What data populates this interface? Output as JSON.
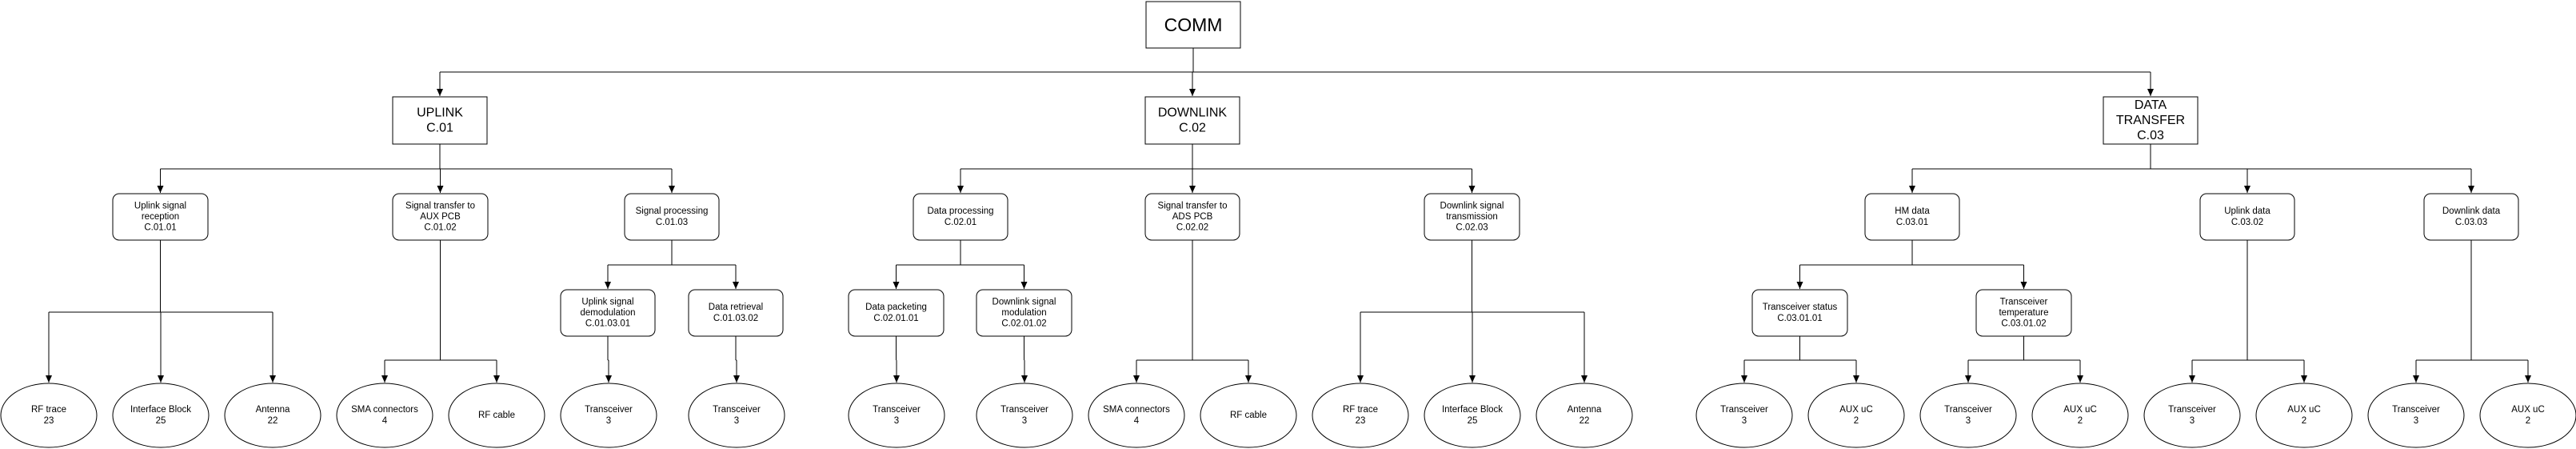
{
  "diagram": {
    "root": {
      "id": "comm",
      "lines": [
        "COMM"
      ]
    },
    "nodes": [
      {
        "id": "uplink",
        "parent": "comm",
        "shape": "rect",
        "lines": [
          "UPLINK",
          "C.01"
        ]
      },
      {
        "id": "downlink",
        "parent": "comm",
        "shape": "rect",
        "lines": [
          "DOWNLINK",
          "C.02"
        ]
      },
      {
        "id": "datatransfer",
        "parent": "comm",
        "shape": "rect",
        "lines": [
          "DATA",
          "TRANSFER",
          "C.03"
        ]
      },
      {
        "id": "c0101",
        "parent": "uplink",
        "shape": "rounded",
        "lines": [
          "Uplink signal",
          "reception",
          "C.01.01"
        ]
      },
      {
        "id": "c0102",
        "parent": "uplink",
        "shape": "rounded",
        "lines": [
          "Signal transfer to",
          "AUX PCB",
          "C.01.02"
        ]
      },
      {
        "id": "c0103",
        "parent": "uplink",
        "shape": "rounded",
        "lines": [
          "Signal processing",
          "C.01.03"
        ]
      },
      {
        "id": "c0201",
        "parent": "downlink",
        "shape": "rounded",
        "lines": [
          "Data processing",
          "C.02.01"
        ]
      },
      {
        "id": "c0202",
        "parent": "downlink",
        "shape": "rounded",
        "lines": [
          "Signal transfer to",
          "ADS PCB",
          "C.02.02"
        ]
      },
      {
        "id": "c0203",
        "parent": "downlink",
        "shape": "rounded",
        "lines": [
          "Downlink signal",
          "transmission",
          "C.02.03"
        ]
      },
      {
        "id": "c0301",
        "parent": "datatransfer",
        "shape": "rounded",
        "lines": [
          "HM data",
          "C.03.01"
        ]
      },
      {
        "id": "c0302",
        "parent": "datatransfer",
        "shape": "rounded",
        "lines": [
          "Uplink data",
          "C.03.02"
        ]
      },
      {
        "id": "c0303",
        "parent": "datatransfer",
        "shape": "rounded",
        "lines": [
          "Downlink data",
          "C.03.03"
        ]
      },
      {
        "id": "c010301",
        "parent": "c0103",
        "shape": "rounded",
        "lines": [
          "Uplink signal",
          "demodulation",
          "C.01.03.01"
        ]
      },
      {
        "id": "c010302",
        "parent": "c0103",
        "shape": "rounded",
        "lines": [
          "Data retrieval",
          "C.01.03.02"
        ]
      },
      {
        "id": "c020101",
        "parent": "c0201",
        "shape": "rounded",
        "lines": [
          "Data packeting",
          "C.02.01.01"
        ]
      },
      {
        "id": "c020102",
        "parent": "c0201",
        "shape": "rounded",
        "lines": [
          "Downlink signal",
          "modulation",
          "C.02.01.02"
        ]
      },
      {
        "id": "c030101",
        "parent": "c0301",
        "shape": "rounded",
        "lines": [
          "Transceiver status",
          "C.03.01.01"
        ]
      },
      {
        "id": "c030102",
        "parent": "c0301",
        "shape": "rounded",
        "lines": [
          "Transceiver",
          "temperature",
          "C.03.01.02"
        ]
      },
      {
        "id": "e1",
        "parent": "c0101",
        "shape": "ellipse",
        "lines": [
          "RF trace",
          "23"
        ]
      },
      {
        "id": "e2",
        "parent": "c0101",
        "shape": "ellipse",
        "lines": [
          "Interface Block",
          "25"
        ]
      },
      {
        "id": "e3",
        "parent": "c0101",
        "shape": "ellipse",
        "lines": [
          "Antenna",
          "22"
        ]
      },
      {
        "id": "e4",
        "parent": "c0102",
        "shape": "ellipse",
        "lines": [
          "SMA connectors",
          "4"
        ]
      },
      {
        "id": "e5",
        "parent": "c0102",
        "shape": "ellipse",
        "lines": [
          "RF cable"
        ]
      },
      {
        "id": "e6",
        "parent": "c010301",
        "shape": "ellipse",
        "lines": [
          "Transceiver",
          "3"
        ]
      },
      {
        "id": "e7",
        "parent": "c010302",
        "shape": "ellipse",
        "lines": [
          "Transceiver",
          "3"
        ]
      },
      {
        "id": "e8",
        "parent": "c020101",
        "shape": "ellipse",
        "lines": [
          "Transceiver",
          "3"
        ]
      },
      {
        "id": "e9",
        "parent": "c020102",
        "shape": "ellipse",
        "lines": [
          "Transceiver",
          "3"
        ]
      },
      {
        "id": "e10",
        "parent": "c0202",
        "shape": "ellipse",
        "lines": [
          "SMA connectors",
          "4"
        ]
      },
      {
        "id": "e11",
        "parent": "c0202",
        "shape": "ellipse",
        "lines": [
          "RF cable"
        ]
      },
      {
        "id": "e12",
        "parent": "c0203",
        "shape": "ellipse",
        "lines": [
          "RF trace",
          "23"
        ]
      },
      {
        "id": "e13",
        "parent": "c0203",
        "shape": "ellipse",
        "lines": [
          "Interface Block",
          "25"
        ]
      },
      {
        "id": "e14",
        "parent": "c0203",
        "shape": "ellipse",
        "lines": [
          "Antenna",
          "22"
        ]
      },
      {
        "id": "e15",
        "parent": "c030101",
        "shape": "ellipse",
        "lines": [
          "Transceiver",
          "3"
        ]
      },
      {
        "id": "e16",
        "parent": "c030101",
        "shape": "ellipse",
        "lines": [
          "AUX uC",
          "2"
        ]
      },
      {
        "id": "e17",
        "parent": "c030102",
        "shape": "ellipse",
        "lines": [
          "Transceiver",
          "3"
        ]
      },
      {
        "id": "e18",
        "parent": "c030102",
        "shape": "ellipse",
        "lines": [
          "AUX uC",
          "2"
        ]
      },
      {
        "id": "e19",
        "parent": "c0302",
        "shape": "ellipse",
        "lines": [
          "Transceiver",
          "3"
        ]
      },
      {
        "id": "e20",
        "parent": "c0302",
        "shape": "ellipse",
        "lines": [
          "AUX uC",
          "2"
        ]
      },
      {
        "id": "e21",
        "parent": "c0303",
        "shape": "ellipse",
        "lines": [
          "Transceiver",
          "3"
        ]
      },
      {
        "id": "e22",
        "parent": "c0303",
        "shape": "ellipse",
        "lines": [
          "AUX uC",
          "2"
        ]
      }
    ]
  }
}
